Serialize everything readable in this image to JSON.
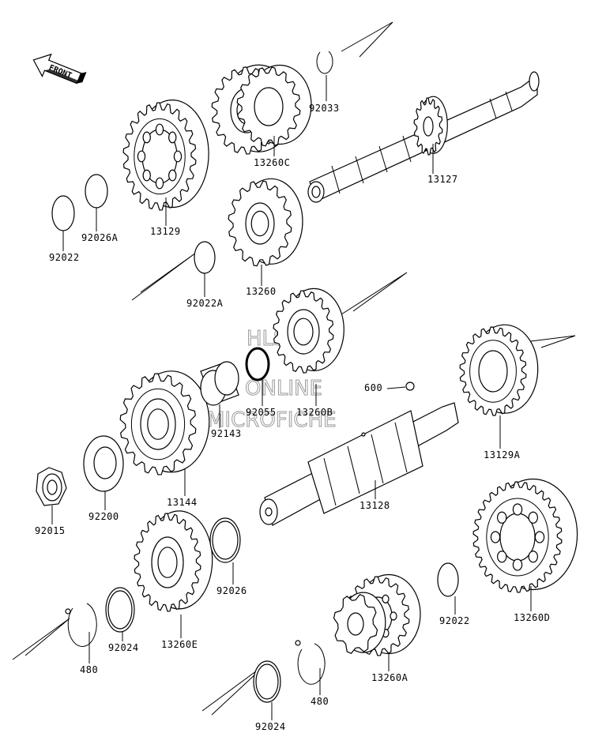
{
  "front_label": "FRONT",
  "watermark": [
    "HLSM'S",
    "ONLINE",
    "MICROFICHE"
  ],
  "parts": {
    "p92033": "92033",
    "p13260C": "13260C",
    "p13127": "13127",
    "p13129": "13129",
    "p92026A": "92026A",
    "p92022_top": "92022",
    "p13260": "13260",
    "p92022A": "92022A",
    "p600": "600",
    "p92055": "92055",
    "p13260B": "13260B",
    "p92143": "92143",
    "p13129A": "13129A",
    "p13144": "13144",
    "p92200": "92200",
    "p92015": "92015",
    "p13128": "13128",
    "p92026": "92026",
    "p13260E": "13260E",
    "p92024_left": "92024",
    "p480_left": "480",
    "p92022_right": "92022",
    "p13260D": "13260D",
    "p13260A": "13260A",
    "p480_bottom": "480",
    "p92024_bottom": "92024"
  }
}
